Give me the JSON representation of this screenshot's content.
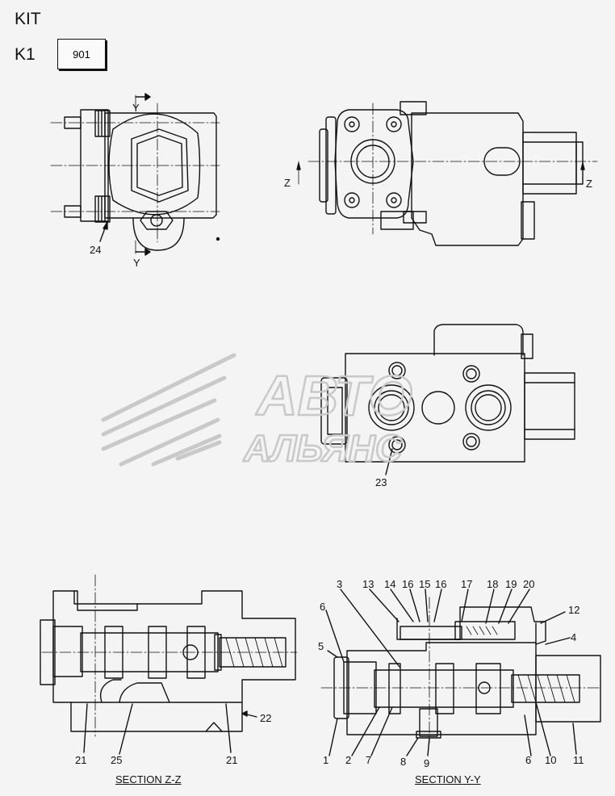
{
  "header": {
    "title": "KIT",
    "kit_code": "K1",
    "part_number": "901"
  },
  "watermark": {
    "line1": "АВТО",
    "line2": "АЛЬЯНС"
  },
  "top_view": {
    "callout_24": "24",
    "section_y_top": "Y",
    "section_y_bottom": "Y"
  },
  "side_view": {
    "section_z_left": "Z",
    "section_z_right": "Z"
  },
  "front_view": {
    "callout_23": "23"
  },
  "section_zz": {
    "caption": "SECTION Z-Z",
    "callouts": {
      "c21_left": "21",
      "c25": "25",
      "c21_right": "21",
      "c22": "22"
    }
  },
  "section_yy": {
    "caption": "SECTION Y-Y",
    "callouts_top": [
      "3",
      "13",
      "14",
      "16",
      "15",
      "16",
      "17",
      "18",
      "19",
      "20"
    ],
    "callouts_left": {
      "c6": "6",
      "c5": "5"
    },
    "callouts_right": {
      "c12": "12",
      "c4": "4"
    },
    "callouts_bottom": [
      "1",
      "2",
      "7",
      "8",
      "9",
      "6",
      "10",
      "11"
    ]
  }
}
